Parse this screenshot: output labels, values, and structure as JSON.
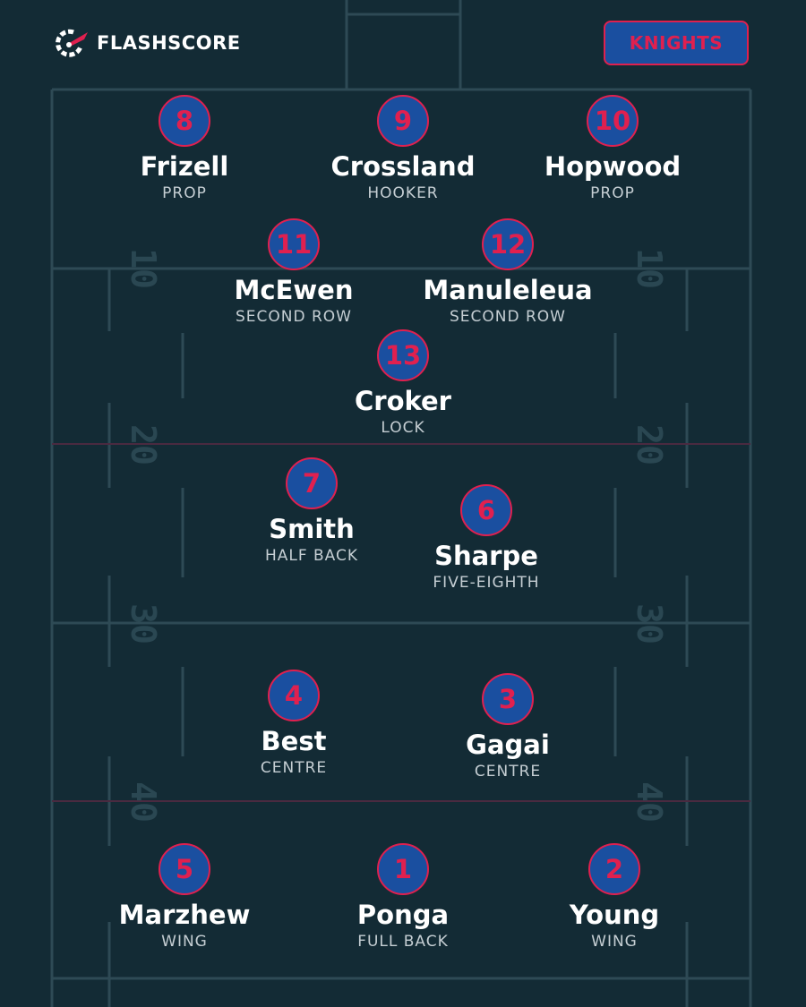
{
  "brand": {
    "name": "FLASHSCORE",
    "logo_icon": "flashscore-logo-icon",
    "accent": "#e0204f"
  },
  "team": {
    "label": "KNIGHTS",
    "badge_fill": "#1a4fa0",
    "badge_border": "#e0204f"
  },
  "field": {
    "background": "#132b35",
    "line_color": "#2e4a55",
    "accent_line_color": "#4a2a40",
    "yard_markers": [
      "10",
      "20",
      "30",
      "40"
    ]
  },
  "players": [
    {
      "number": "8",
      "name": "Frizell",
      "position": "PROP"
    },
    {
      "number": "9",
      "name": "Crossland",
      "position": "HOOKER"
    },
    {
      "number": "10",
      "name": "Hopwood",
      "position": "PROP"
    },
    {
      "number": "11",
      "name": "McEwen",
      "position": "SECOND ROW"
    },
    {
      "number": "12",
      "name": "Manuleleua",
      "position": "SECOND ROW"
    },
    {
      "number": "13",
      "name": "Croker",
      "position": "LOCK"
    },
    {
      "number": "7",
      "name": "Smith",
      "position": "HALF BACK"
    },
    {
      "number": "6",
      "name": "Sharpe",
      "position": "FIVE-EIGHTH"
    },
    {
      "number": "4",
      "name": "Best",
      "position": "CENTRE"
    },
    {
      "number": "3",
      "name": "Gagai",
      "position": "CENTRE"
    },
    {
      "number": "5",
      "name": "Marzhew",
      "position": "WING"
    },
    {
      "number": "1",
      "name": "Ponga",
      "position": "FULL BACK"
    },
    {
      "number": "2",
      "name": "Young",
      "position": "WING"
    }
  ]
}
